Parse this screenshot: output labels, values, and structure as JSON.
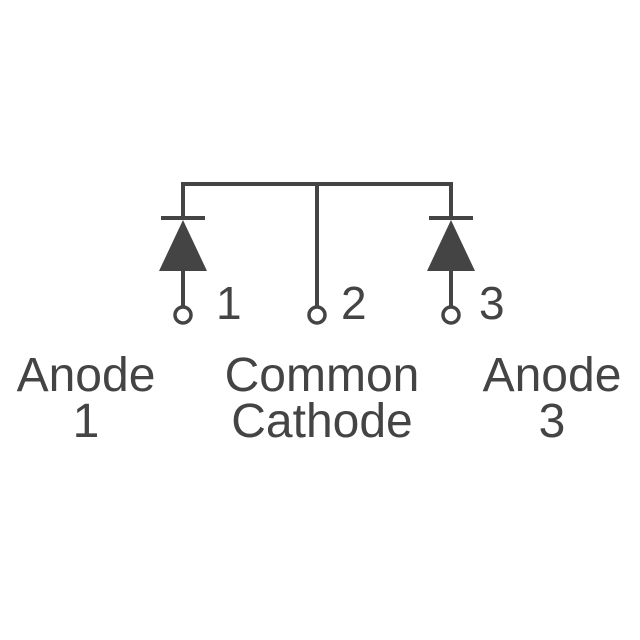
{
  "colors": {
    "ink": "#444444",
    "background": "#ffffff"
  },
  "pins": [
    {
      "number": "1",
      "name_line1": "Anode",
      "name_line2": "1"
    },
    {
      "number": "2",
      "name_line1": "Common",
      "name_line2": "Cathode"
    },
    {
      "number": "3",
      "name_line1": "Anode",
      "name_line2": "3"
    }
  ],
  "icons": {
    "diode_left": "diode-icon",
    "diode_right": "diode-icon",
    "pin_terminal": "terminal-circle-icon"
  }
}
